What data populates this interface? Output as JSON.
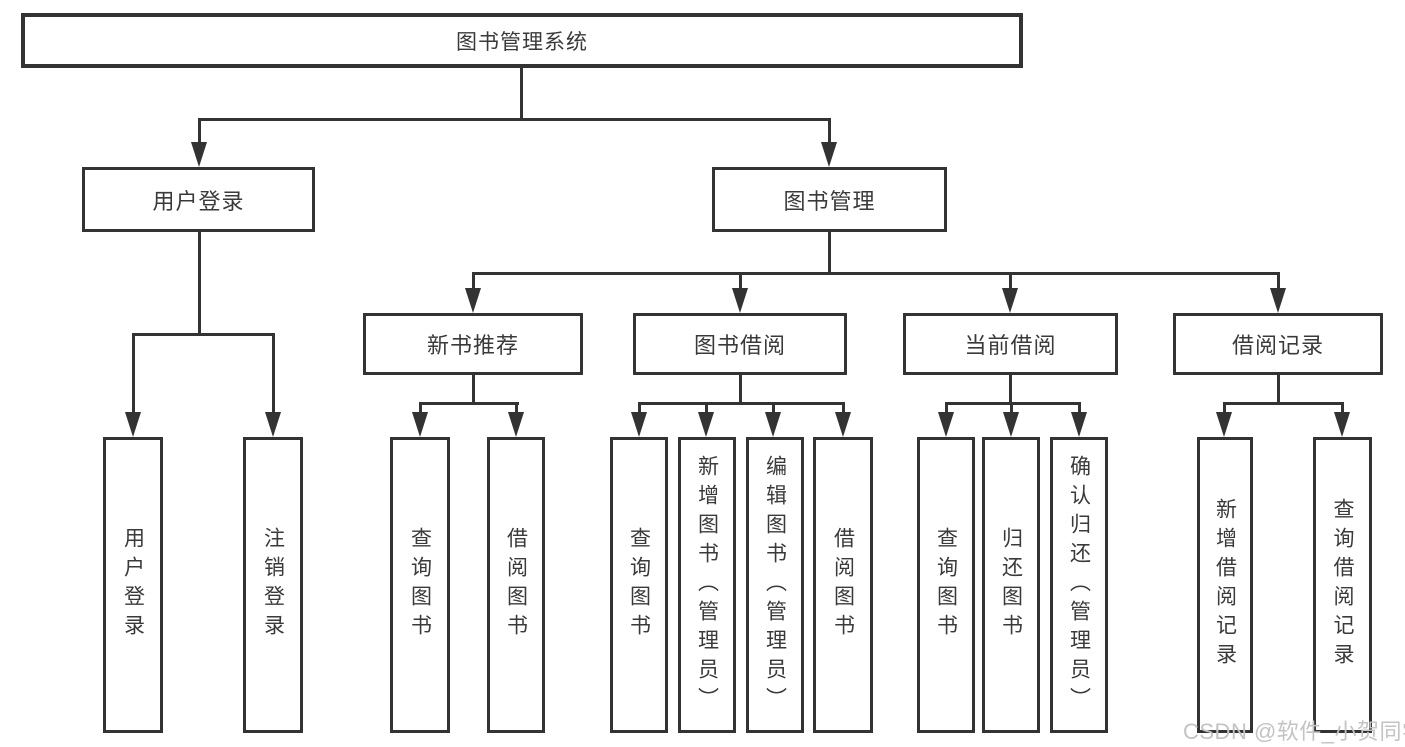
{
  "diagram": {
    "root": "图书管理系统",
    "level2": [
      "用户登录",
      "图书管理"
    ],
    "level3": [
      "新书推荐",
      "图书借阅",
      "当前借阅",
      "借阅记录"
    ],
    "leaves": {
      "user_login": [
        "用户登录",
        "注销登录"
      ],
      "new_book": [
        "查询图书",
        "借阅图书"
      ],
      "book_borrow": [
        "查询图书",
        "新增图书（管理员）",
        "编辑图书（管理员）",
        "借阅图书"
      ],
      "current_borrow": [
        "查询图书",
        "归还图书",
        "确认归还（管理员）"
      ],
      "borrow_record": [
        "新增借阅记录",
        "查询借阅记录"
      ]
    }
  },
  "watermark": "CSDN @软件_小贺同学",
  "colors": {
    "line": "#333333",
    "text": "#3a3a3a",
    "watermark": "#c3c3c3",
    "background": "#ffffff"
  }
}
